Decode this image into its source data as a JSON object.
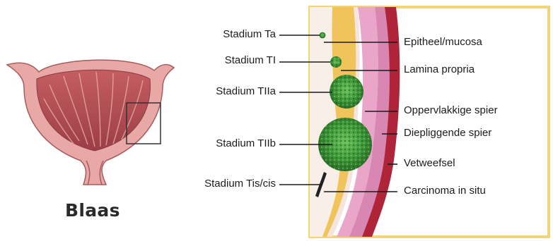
{
  "organ_label": "Blaas",
  "stage_labels": [
    {
      "id": "ta",
      "text": "Stadium Ta"
    },
    {
      "id": "t1",
      "text": "Stadium TI"
    },
    {
      "id": "t2a",
      "text": "Stadium TIIa"
    },
    {
      "id": "t2b",
      "text": "Stadium TIIb"
    },
    {
      "id": "tis",
      "text": "Stadium Tis/cis"
    }
  ],
  "layer_labels": [
    {
      "id": "epithelium",
      "text": "Epitheel/mucosa"
    },
    {
      "id": "lamina",
      "text": "Lamina propria"
    },
    {
      "id": "superficial",
      "text": "Oppervlakkige spier"
    },
    {
      "id": "deep",
      "text": "Diepliggende spier"
    },
    {
      "id": "fat",
      "text": "Vetweefsel"
    },
    {
      "id": "cis",
      "text": "Carcinoma in situ"
    }
  ],
  "colors": {
    "frame_border": "#f2d57a",
    "fat_layer": "#f0c45a",
    "lamina_layer": "#f4e2dc",
    "muscle_inner": "#e9a6c8",
    "muscle_outer": "#d06a9a",
    "serosa_red": "#b0243a",
    "tumor_green": "#3f9a3a",
    "bladder_pink": "#d9888a",
    "bladder_inner": "#b8545a",
    "line": "#1a1a1a"
  }
}
